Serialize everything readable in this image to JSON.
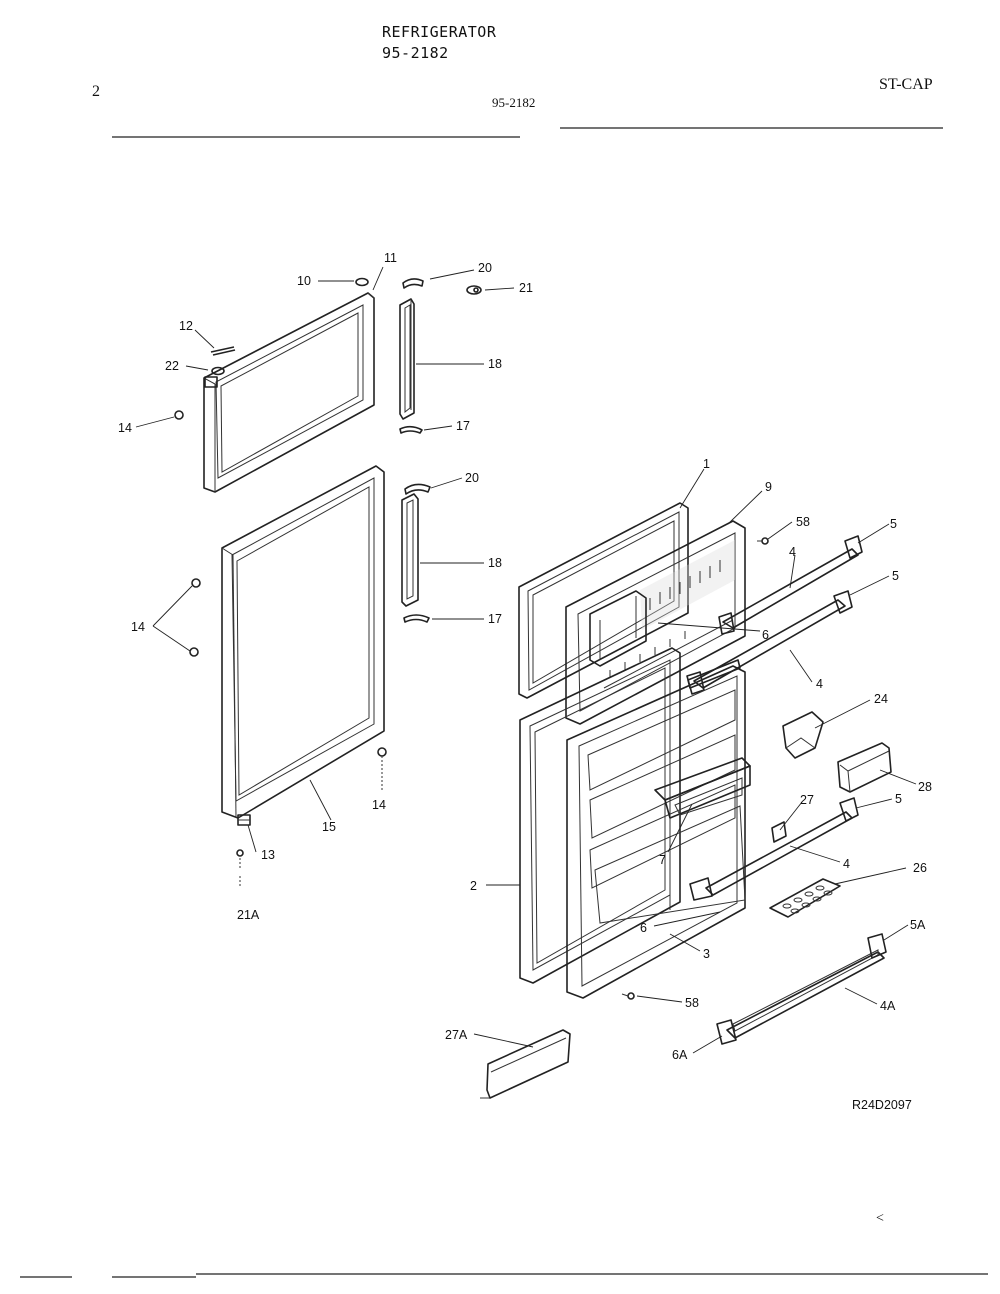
{
  "header": {
    "title": "REFRIGERATOR",
    "model": "95-2182",
    "page_number": "2",
    "center_model": "95-2182",
    "section_code": "ST-CAP"
  },
  "diagram_code": "R24D2097",
  "corner_mark": "<",
  "callouts": {
    "c10": "10",
    "c11": "11",
    "c20a": "20",
    "c21": "21",
    "c12": "12",
    "c22": "22",
    "c18a": "18",
    "c14a": "14",
    "c17a": "17",
    "c20b": "20",
    "c18b": "18",
    "c17b": "17",
    "c14b": "14",
    "c14c": "14",
    "c15": "15",
    "c13": "13",
    "c21a": "21A",
    "c1": "1",
    "c9": "9",
    "c58a": "58",
    "c5a": "5",
    "c4a": "4",
    "c5b": "5",
    "c6a": "6",
    "c4b": "4",
    "c24": "24",
    "c28": "28",
    "c27": "27",
    "c5c": "5",
    "c7": "7",
    "c4c": "4",
    "c26": "26",
    "c2": "2",
    "c6b": "6",
    "c3": "3",
    "c58b": "58",
    "c5A": "5A",
    "c4A": "4A",
    "c27A": "27A",
    "c6A": "6A"
  }
}
